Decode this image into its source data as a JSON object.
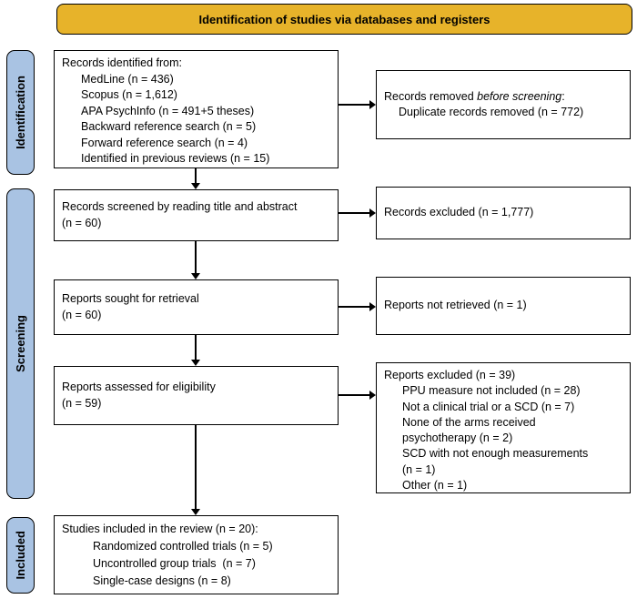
{
  "colors": {
    "banner_bg": "#E7B32A",
    "stage_bg": "#A9C3E3",
    "line_color": "#000000"
  },
  "banner": {
    "label": "Identification of studies via databases and registers"
  },
  "sidebar": {
    "stages": [
      {
        "label": "Identification"
      },
      {
        "label": "Screening"
      },
      {
        "label": "Included"
      }
    ]
  },
  "flow": {
    "box1": {
      "title": "Records identified from:",
      "lines": [
        "MedLine (n = 436)",
        "Scopus (n = 1,612)",
        "APA PsychInfo (n = 491+5 theses)",
        "Backward reference search (n = 5)",
        "Forward reference search (n = 4)",
        "Identified in previous reviews (n = 15)"
      ]
    },
    "box2": {
      "line1": "Records screened by reading title and abstract",
      "line2": "(n = 60)"
    },
    "box3": {
      "line1": "Reports sought for retrieval",
      "line2": "(n = 60)"
    },
    "box4": {
      "line1": "Reports assessed for eligibility",
      "line2": "(n = 59)"
    },
    "box5": {
      "title": "Studies included in the review (n = 20):",
      "lines": [
        "Randomized controlled trials (n = 5)",
        "Uncontrolled group trials  (n = 7)",
        "Single-case designs (n = 8)"
      ]
    },
    "r1": {
      "title_pre": "Records removed ",
      "title_italic": "before screening",
      "title_post": ":",
      "lines": [
        "Duplicate records removed (n = 772)"
      ]
    },
    "r2": {
      "line1": "Records excluded (n = 1,777)"
    },
    "r3": {
      "line1": "Reports not retrieved (n = 1)"
    },
    "r4": {
      "title": "Reports excluded (n = 39)",
      "lines": [
        "PPU measure not included (n = 28)",
        "Not a clinical trial or a SCD (n = 7)",
        "None of the arms received",
        "psychotherapy (n = 2)",
        "SCD with not enough measurements",
        "(n = 1)",
        "Other (n = 1)"
      ]
    }
  }
}
